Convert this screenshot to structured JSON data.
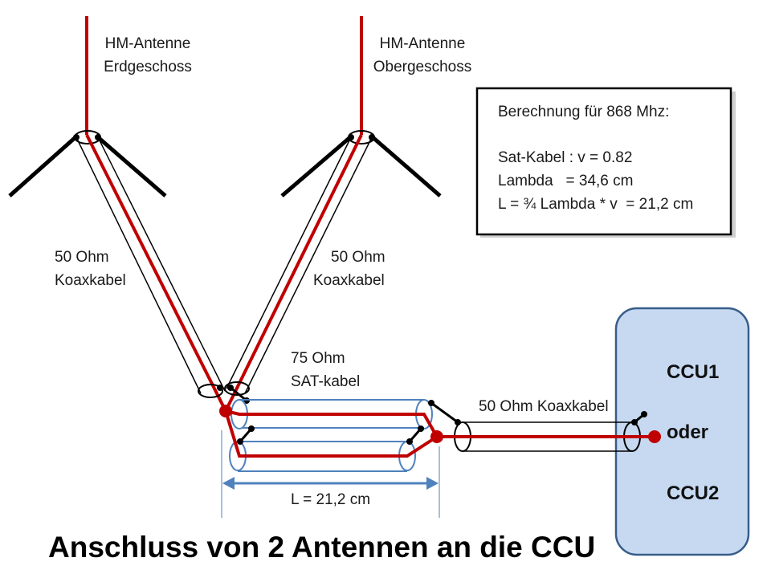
{
  "antenna_ground": {
    "line1": "HM-Antenne",
    "line2": "Erdgeschoss"
  },
  "antenna_upper": {
    "line1": "HM-Antenne",
    "line2": "Obergeschoss"
  },
  "calc_box": {
    "heading": "Berechnung für 868 Mhz:",
    "line1": "Sat-Kabel : v = 0.82",
    "line2": "Lambda   = 34,6 cm",
    "line3": "L = ¾ Lambda * v  = 21,2 cm"
  },
  "cable_left": {
    "line1": "50 Ohm",
    "line2": "Koaxkabel"
  },
  "cable_right": {
    "line1": "50 Ohm",
    "line2": "Koaxkabel"
  },
  "sat_cable": {
    "line1": "75 Ohm",
    "line2": "SAT-kabel"
  },
  "coax_out": "50 Ohm Koaxkabel",
  "ccu": {
    "line1": "CCU1",
    "line2": "oder",
    "line3": "CCU2"
  },
  "length_label": "L  = 21,2 cm",
  "title": "Anschluss von 2 Antennen an die CCU",
  "colors": {
    "conductor": "#c00000",
    "shield": "#000000",
    "sat_cable": "#4f81bd",
    "ccu_fill": "#c6d9f1",
    "ccu_border": "#385d8a"
  }
}
